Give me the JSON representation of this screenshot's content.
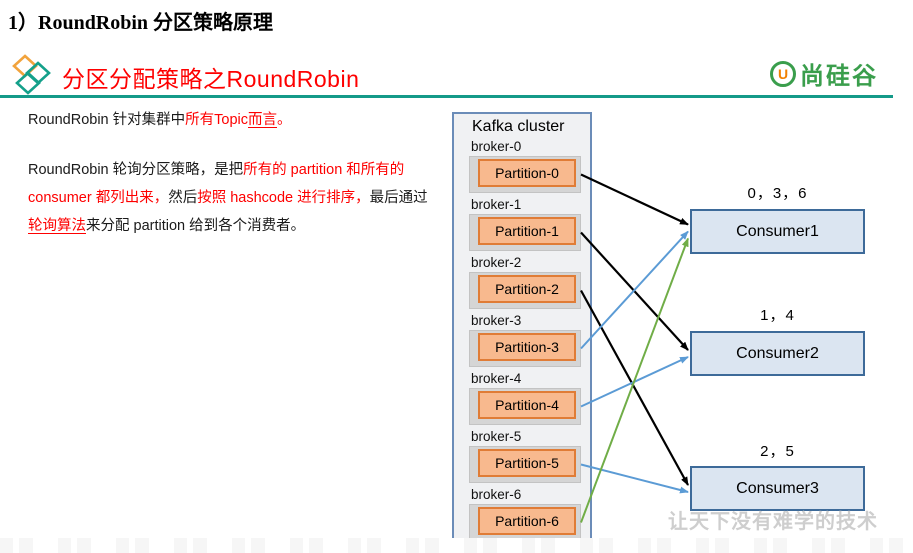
{
  "page": {
    "title": "1）RoundRobin 分区策略原理",
    "header": {
      "title": "分区分配策略之RoundRobin"
    },
    "logo": {
      "text": "尚硅谷",
      "u_letter": "U"
    }
  },
  "intro": {
    "p1": [
      {
        "t": "RoundRobin 针对集群中"
      },
      {
        "t": "所有Topic",
        "red": true
      },
      {
        "t": "而言",
        "red": true,
        "u": true
      },
      {
        "t": "。",
        "red": true
      }
    ],
    "p2": [
      {
        "t": "RoundRobin 轮询分区策略，是把"
      },
      {
        "t": "所有的 partition 和所有的 consumer 都列出来，",
        "red": true
      },
      {
        "t": "然后"
      },
      {
        "t": "按照 hashcode 进行排序，",
        "red": true
      },
      {
        "t": "最后通过"
      },
      {
        "t": "轮询算法",
        "red": true,
        "u": true
      },
      {
        "t": "来分配 partition 给到各个消费者。"
      }
    ]
  },
  "diagram": {
    "cluster": {
      "title": "Kafka cluster",
      "brokers": [
        {
          "label": "broker-0",
          "partition": "Partition-0"
        },
        {
          "label": "broker-1",
          "partition": "Partition-1"
        },
        {
          "label": "broker-2",
          "partition": "Partition-2"
        },
        {
          "label": "broker-3",
          "partition": "Partition-3"
        },
        {
          "label": "broker-4",
          "partition": "Partition-4"
        },
        {
          "label": "broker-5",
          "partition": "Partition-5"
        },
        {
          "label": "broker-6",
          "partition": "Partition-6"
        }
      ]
    },
    "consumers": [
      {
        "label": "Consumer1",
        "assignment": "0，3，6"
      },
      {
        "label": "Consumer2",
        "assignment": "1，4"
      },
      {
        "label": "Consumer3",
        "assignment": "2，5"
      }
    ],
    "rounds": [
      {
        "name": "round-1",
        "color": "#000000"
      },
      {
        "name": "round-2",
        "color": "#5b9bd5"
      },
      {
        "name": "round-3",
        "color": "#70ad47"
      }
    ],
    "assignments": [
      {
        "partition": 0,
        "consumer": 0,
        "round": 0
      },
      {
        "partition": 1,
        "consumer": 1,
        "round": 0
      },
      {
        "partition": 2,
        "consumer": 2,
        "round": 0
      },
      {
        "partition": 3,
        "consumer": 0,
        "round": 1
      },
      {
        "partition": 4,
        "consumer": 1,
        "round": 1
      },
      {
        "partition": 5,
        "consumer": 2,
        "round": 1
      },
      {
        "partition": 6,
        "consumer": 0,
        "round": 2
      }
    ],
    "colors": {
      "partition_fill": "#f8b98e",
      "partition_border": "#e07c36",
      "partition_frame": "#d5d5d5",
      "consumer_fill": "#dbe5f1",
      "consumer_border": "#3d6a99",
      "cluster_fill": "#f0f1f3",
      "cluster_border": "#6b8cb8",
      "header_accent": "#fe0000",
      "header_rule": "#149a89",
      "brand_green": "#3a9e4c",
      "brand_orange": "#f18101"
    }
  },
  "watermark": {
    "text": "让天下没有难学的技术"
  }
}
